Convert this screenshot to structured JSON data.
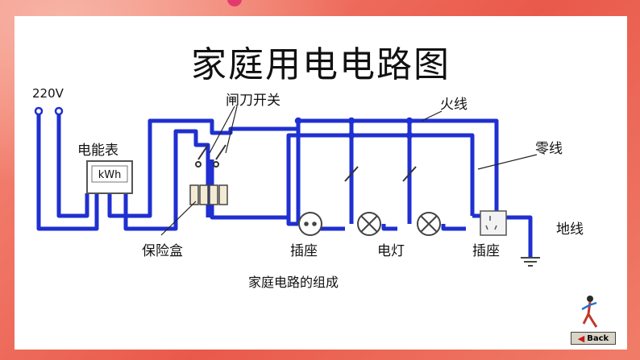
{
  "title": "家庭用电电路图",
  "caption": "家庭电路的组成",
  "labels": {
    "voltage": "220V",
    "meter": "电能表",
    "meter_unit": "kWh",
    "knife_switch": "闸刀开关",
    "live_wire": "火线",
    "neutral_wire": "零线",
    "fuse_box": "保险盒",
    "socket_left": "插座",
    "lamp": "电灯",
    "socket_right": "插座",
    "ground_wire": "地线"
  },
  "nav": {
    "back_label": "Back",
    "back_icon": "left-arrow-icon"
  },
  "colors": {
    "wire": "#1f2fd1",
    "border": "#ee6b5a",
    "panel": "#ffffff"
  }
}
